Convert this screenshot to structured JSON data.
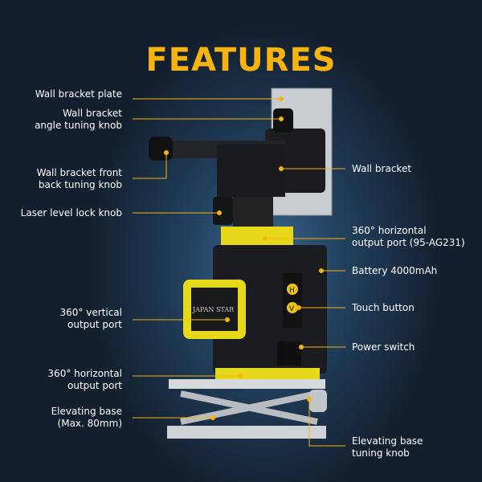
{
  "title": "FEATURES",
  "accent_color": "#f7b30f",
  "product_text": "JAPAN STAR",
  "button_letters": [
    "H",
    "V"
  ],
  "left_labels": [
    {
      "line1": "Wall bracket plate",
      "line2": ""
    },
    {
      "line1": "Wall bracket",
      "line2": "angle tuning knob"
    },
    {
      "line1": "Wall bracket front",
      "line2": "back tuning knob"
    },
    {
      "line1": "Laser level lock knob",
      "line2": ""
    },
    {
      "line1": "360° vertical",
      "line2": "output port"
    },
    {
      "line1": "360° horizontal",
      "line2": "output port"
    },
    {
      "line1": "Elevating base",
      "line2": "(Max. 80mm)"
    }
  ],
  "right_labels": [
    {
      "line1": "Wall bracket",
      "line2": ""
    },
    {
      "line1": "360° horizontal",
      "line2": "output port (95-AG231)"
    },
    {
      "line1": "Battery 4000mAh",
      "line2": ""
    },
    {
      "line1": "Touch button",
      "line2": ""
    },
    {
      "line1": "Power switch",
      "line2": ""
    },
    {
      "line1": "Elevating base",
      "line2": "tuning knob"
    }
  ]
}
